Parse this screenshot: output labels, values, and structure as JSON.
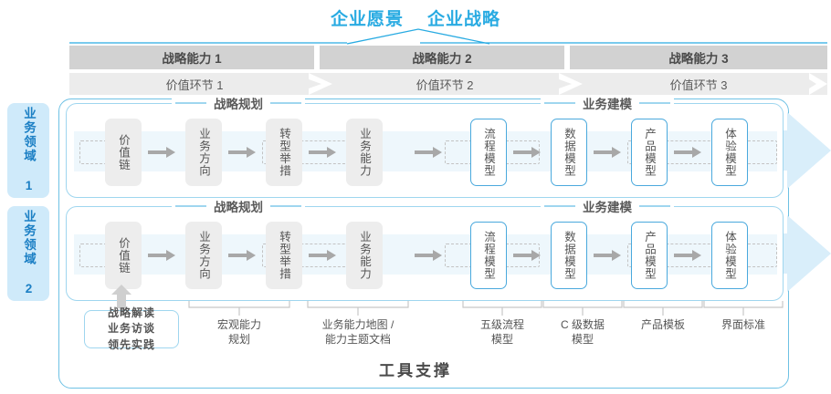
{
  "title": {
    "vision": "企业愿景",
    "strategy": "企业战略"
  },
  "capability_band": [
    {
      "label": "战略能力 1"
    },
    {
      "label": "战略能力 2"
    },
    {
      "label": "战略能力 3"
    }
  ],
  "value_band": [
    {
      "label": "价值环节 1"
    },
    {
      "label": "价值环节 2"
    },
    {
      "label": "价值环节 3"
    }
  ],
  "domains": [
    {
      "label": "业务领域 1"
    },
    {
      "label": "业务领域 2"
    }
  ],
  "sections": {
    "planning": "战略规划",
    "modeling": "业务建模"
  },
  "nodes": {
    "gray": [
      "价值链",
      "业务方向",
      "转型举措",
      "业务能力"
    ],
    "blue": [
      "流程模型",
      "数据模型",
      "产品模型",
      "体验模型"
    ]
  },
  "tools": {
    "highlight_box": "战略解读\n业务访谈\n领先实践",
    "labels": [
      "宏观能力\n规划",
      "业务能力地图 /\n能力主题文档",
      "五级流程\n模型",
      "C 级数据\n模型",
      "产品模板",
      "界面标准"
    ]
  },
  "footer": "工具支撑",
  "colors": {
    "accent": "#29abe2",
    "band_dark": "#d2d2d2",
    "band_light": "#ececec",
    "node_gray": "#ededed",
    "node_blue_border": "#4aa9dd",
    "domain_tab_bg": "#cfeafa",
    "track": "#eef7fc"
  }
}
